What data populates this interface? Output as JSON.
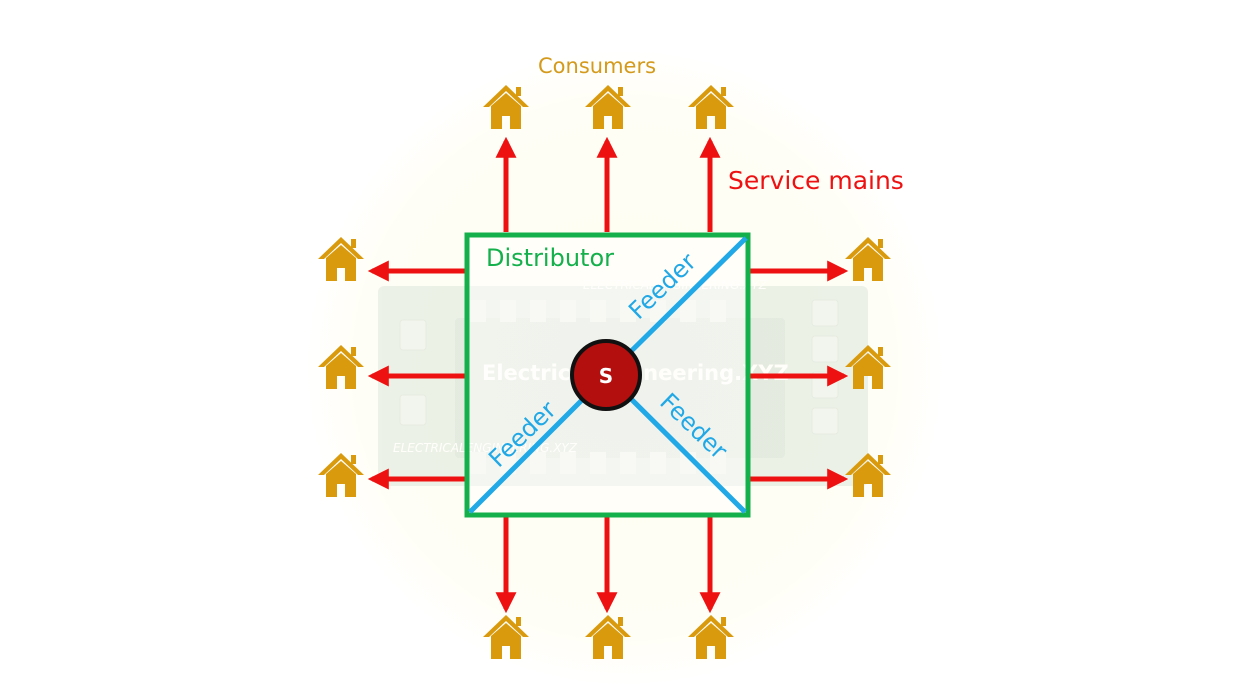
{
  "labels": {
    "consumers": "Consumers",
    "service_mains": "Service mains",
    "distributor": "Distributor",
    "feeder_1": "Feeder",
    "feeder_2": "Feeder",
    "feeder_3": "Feeder",
    "source": "S"
  },
  "watermark": {
    "main": "ElectricalEngineering.XYZ",
    "small_top": "ELECTRICALENGINEERING.XYZ",
    "small_bottom": "ELECTRICALENGINEERING.XYZ"
  },
  "colors": {
    "consumer_house": "#d99a0e",
    "consumers_text": "#d49a1c",
    "service_mains": "#ee1111",
    "distributor": "#14b04c",
    "feeder": "#21a8e6",
    "source_fill": "#b30f0f",
    "background_glow": "#fffef4"
  },
  "consumers": [
    {
      "side": "top",
      "index": 1
    },
    {
      "side": "top",
      "index": 2
    },
    {
      "side": "top",
      "index": 3
    },
    {
      "side": "left",
      "index": 1
    },
    {
      "side": "left",
      "index": 2
    },
    {
      "side": "left",
      "index": 3
    },
    {
      "side": "right",
      "index": 1
    },
    {
      "side": "right",
      "index": 2
    },
    {
      "side": "right",
      "index": 3
    },
    {
      "side": "bottom",
      "index": 1
    },
    {
      "side": "bottom",
      "index": 2
    },
    {
      "side": "bottom",
      "index": 3
    }
  ]
}
